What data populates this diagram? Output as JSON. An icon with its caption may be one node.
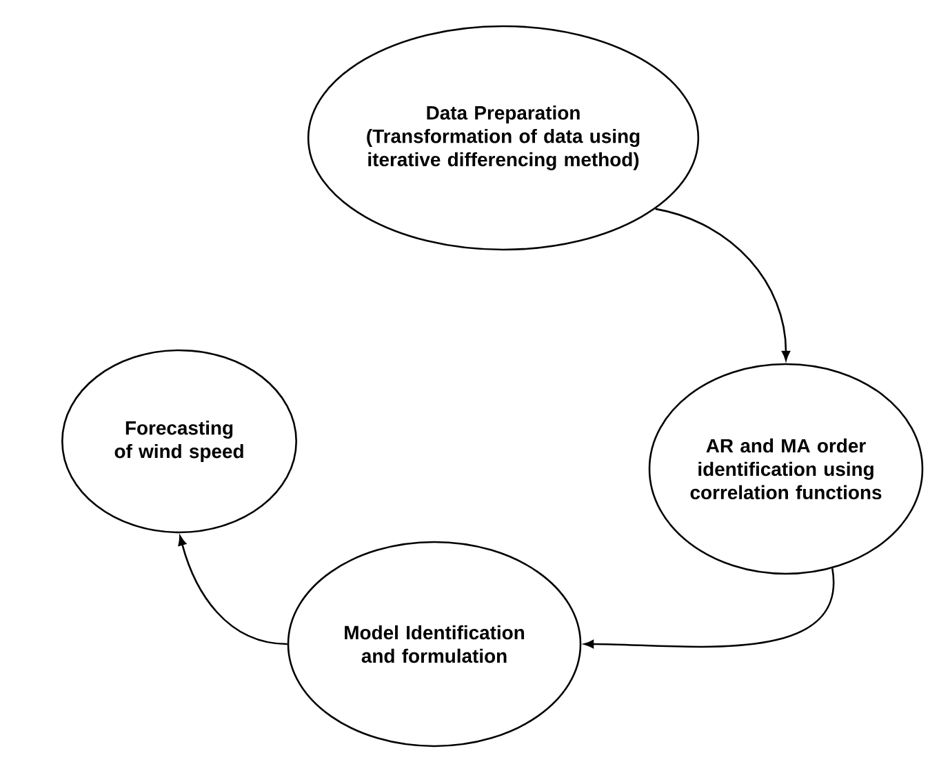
{
  "diagram": {
    "nodes": [
      {
        "text": [
          "Data Preparation (Transformation of data using iterative differencing method)"
        ]
      },
      {
        "text": [
          "AR and MA order identification using correlation functions"
        ]
      },
      {
        "text": [
          "Model Identification and formulation"
        ]
      },
      {
        "text": [
          "Forecasting of wind speed"
        ]
      }
    ],
    "edges": [
      {
        "from": 0,
        "to": 1,
        "arrow": "to"
      },
      {
        "from": 1,
        "to": 2,
        "arrow": "to"
      },
      {
        "from": 2,
        "to": 3,
        "arrow": "to"
      }
    ]
  }
}
